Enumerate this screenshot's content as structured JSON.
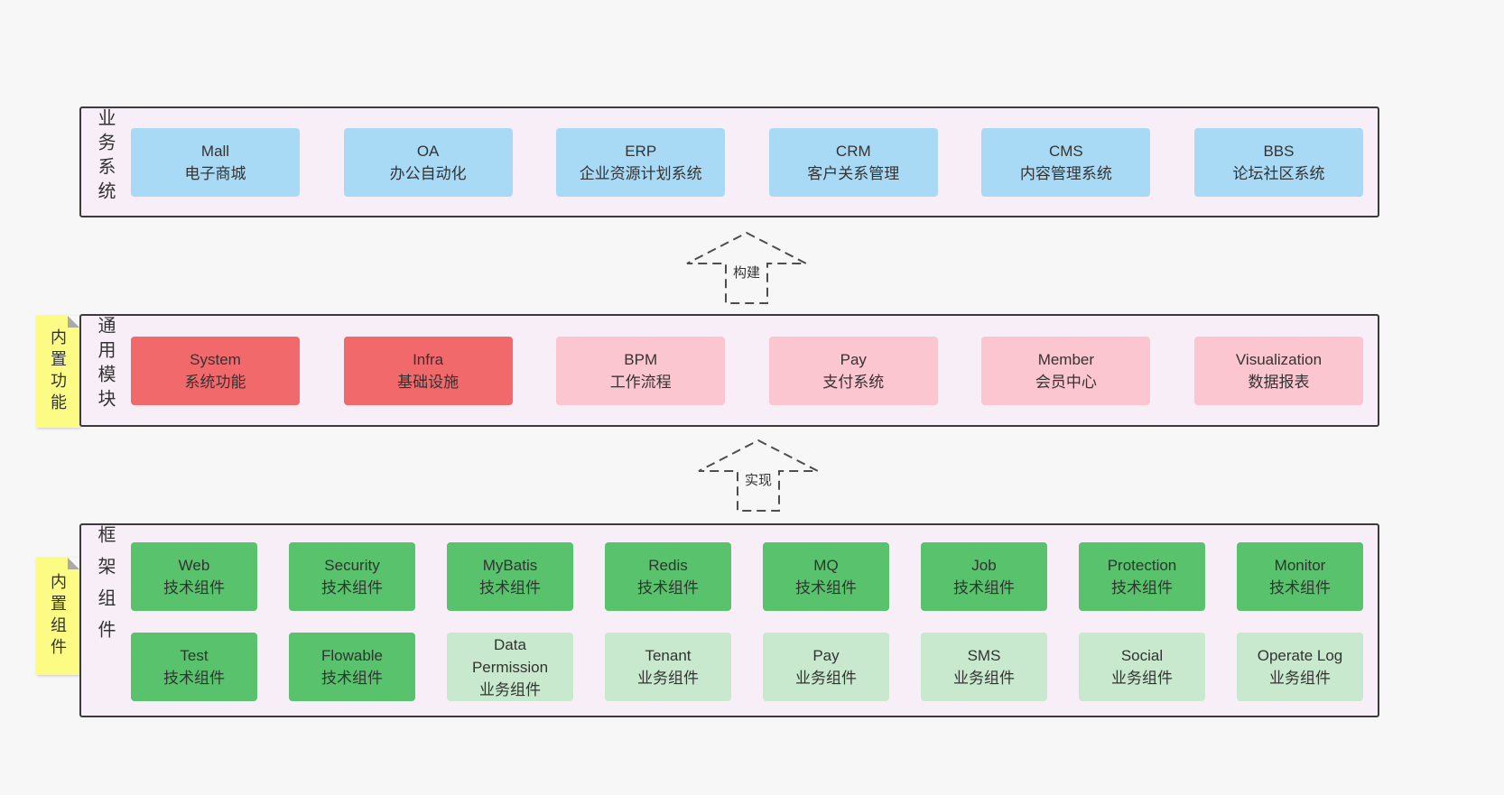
{
  "page": {
    "background": "#f7f7f7"
  },
  "colors": {
    "band_bg": "#f8eef7",
    "band_border": "#3b3b3b",
    "blue": "#a9daf5",
    "red": "#f2696b",
    "pink": "#fbc6cf",
    "green_dark": "#58c26c",
    "green_light": "#c8e9cd",
    "sticky_yellow": "#fcfc85",
    "text": "#333333"
  },
  "business": {
    "side_label": "业务系统",
    "boxes": [
      {
        "title": "Mall",
        "subtitle": "电子商城"
      },
      {
        "title": "OA",
        "subtitle": "办公自动化"
      },
      {
        "title": "ERP",
        "subtitle": "企业资源计划系统"
      },
      {
        "title": "CRM",
        "subtitle": "客户关系管理"
      },
      {
        "title": "CMS",
        "subtitle": "内容管理系统"
      },
      {
        "title": "BBS",
        "subtitle": "论坛社区系统"
      }
    ]
  },
  "arrow_build": {
    "label": "构建"
  },
  "modules": {
    "side_label": "通用模块",
    "sticky_label": "内置功能",
    "boxes": [
      {
        "title": "System",
        "subtitle": "系统功能"
      },
      {
        "title": "Infra",
        "subtitle": "基础设施"
      },
      {
        "title": "BPM",
        "subtitle": "工作流程"
      },
      {
        "title": "Pay",
        "subtitle": "支付系统"
      },
      {
        "title": "Member",
        "subtitle": "会员中心"
      },
      {
        "title": "Visualization",
        "subtitle": "数据报表"
      }
    ]
  },
  "arrow_implement": {
    "label": "实现"
  },
  "components": {
    "side_label": "框架组件",
    "sticky_label": "内置组件",
    "row1": [
      {
        "title": "Web",
        "subtitle": "技术组件"
      },
      {
        "title": "Security",
        "subtitle": "技术组件"
      },
      {
        "title": "MyBatis",
        "subtitle": "技术组件"
      },
      {
        "title": "Redis",
        "subtitle": "技术组件"
      },
      {
        "title": "MQ",
        "subtitle": "技术组件"
      },
      {
        "title": "Job",
        "subtitle": "技术组件"
      },
      {
        "title": "Protection",
        "subtitle": "技术组件"
      },
      {
        "title": "Monitor",
        "subtitle": "技术组件"
      }
    ],
    "row2": [
      {
        "title": "Test",
        "subtitle": "技术组件"
      },
      {
        "title": "Flowable",
        "subtitle": "技术组件"
      },
      {
        "title": "Data Permission",
        "subtitle": "业务组件"
      },
      {
        "title": "Tenant",
        "subtitle": "业务组件"
      },
      {
        "title": "Pay",
        "subtitle": "业务组件"
      },
      {
        "title": "SMS",
        "subtitle": "业务组件"
      },
      {
        "title": "Social",
        "subtitle": "业务组件"
      },
      {
        "title": "Operate Log",
        "subtitle": "业务组件"
      }
    ]
  }
}
